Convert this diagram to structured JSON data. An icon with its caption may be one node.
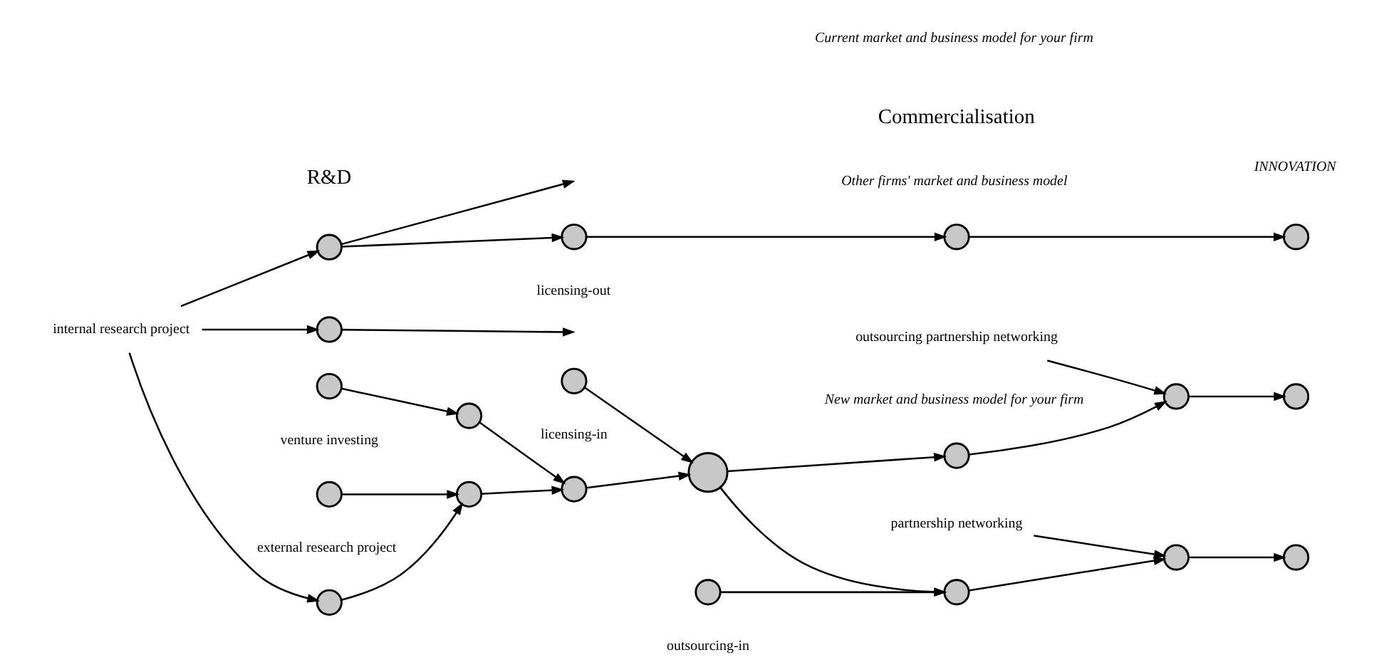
{
  "diagram": {
    "nodes": [
      {
        "text": [
          "internal research project"
        ]
      },
      {
        "text": [],
        "shape": "circle"
      },
      {
        "text": [],
        "shape": "circle"
      },
      {
        "text": [],
        "shape": "circle"
      },
      {
        "text": [],
        "shape": "circle"
      },
      {
        "text": [],
        "shape": "circle",
        "beside": [
          "licensing-out"
        ]
      },
      {
        "text": [],
        "shape": "circle"
      },
      {
        "text": [],
        "shape": "circle"
      },
      {
        "text": [],
        "shape": "circle",
        "beside": [
          "external research project"
        ]
      },
      {
        "text": [],
        "shape": "circle",
        "beside": [
          "venture investing"
        ]
      },
      {
        "text": [],
        "shape": "circle",
        "beside": [
          "licensing-in"
        ]
      },
      {
        "text": [],
        "shape": "circle"
      },
      {
        "text": [],
        "shape": "circle",
        "beside": [
          "Other firms' market and business model"
        ]
      },
      {
        "text": [],
        "shape": "circle"
      },
      {
        "text": [],
        "shape": "circle",
        "beside": [
          "New market and business model for your firm"
        ]
      },
      {
        "text": [],
        "shape": "circle"
      },
      {
        "text": [
          "outsourcing partnership networking"
        ]
      },
      {
        "text": [],
        "shape": "circle"
      },
      {
        "text": [],
        "shape": "circle"
      },
      {
        "text": [],
        "shape": "circle",
        "beside": [
          "outsourcing-in"
        ]
      },
      {
        "text": [],
        "shape": "circle"
      },
      {
        "text": [
          "partnership networking"
        ]
      },
      {
        "text": [],
        "shape": "circle"
      }
    ],
    "edges": [
      {
        "from": 0,
        "to": 1,
        "arrow": "to"
      },
      {
        "from": 0,
        "to": 2,
        "arrow": "to"
      },
      {
        "from": 0,
        "to": 3,
        "arrow": "to"
      },
      {
        "from": 1,
        "to": 5,
        "arrow": "to"
      },
      {
        "from": 1,
        "to": null,
        "arrow": "to"
      },
      {
        "from": 2,
        "to": null,
        "arrow": "to"
      },
      {
        "from": 3,
        "to": 4,
        "arrow": "to"
      },
      {
        "from": 8,
        "to": 4,
        "arrow": "to"
      },
      {
        "from": 4,
        "to": 7,
        "arrow": "to"
      },
      {
        "from": 9,
        "to": 6,
        "arrow": "to"
      },
      {
        "from": 6,
        "to": 7,
        "arrow": "to"
      },
      {
        "from": 7,
        "to": 11,
        "arrow": "to"
      },
      {
        "from": 10,
        "to": 11,
        "arrow": "to"
      },
      {
        "from": 5,
        "to": 12,
        "arrow": "to"
      },
      {
        "from": 12,
        "to": 13,
        "arrow": "to"
      },
      {
        "from": 11,
        "to": 14,
        "arrow": "to"
      },
      {
        "from": 14,
        "to": 15,
        "arrow": "to"
      },
      {
        "from": 16,
        "to": 15,
        "arrow": "to"
      },
      {
        "from": 15,
        "to": 17,
        "arrow": "to"
      },
      {
        "from": 11,
        "to": 18,
        "arrow": "to"
      },
      {
        "from": 19,
        "to": 18,
        "arrow": "to"
      },
      {
        "from": 18,
        "to": 20,
        "arrow": "to"
      },
      {
        "from": 21,
        "to": 20,
        "arrow": "to"
      },
      {
        "from": 20,
        "to": 22,
        "arrow": "to"
      }
    ],
    "labels": [
      "R&D",
      "Commercialisation",
      "Current market and business model for your firm",
      "INNOVATION"
    ]
  }
}
